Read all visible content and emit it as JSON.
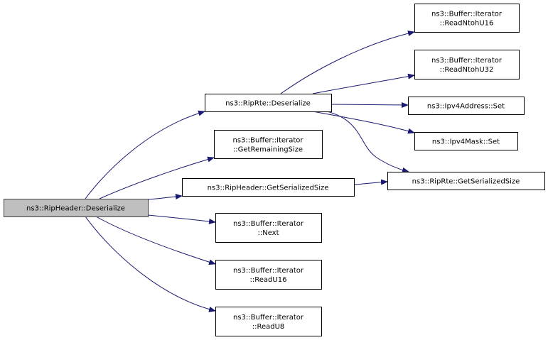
{
  "diagram": {
    "type": "call-graph",
    "colors": {
      "edge": "#191970",
      "node_border": "#000000",
      "root_fill": "#bfbfbf",
      "node_fill": "#ffffff",
      "text": "#000000"
    },
    "nodes": [
      {
        "id": "root",
        "lines": [
          "ns3::RipHeader::Deserialize"
        ],
        "is_root": true
      },
      {
        "id": "riprte_deserialize",
        "lines": [
          "ns3::RipRte::Deserialize"
        ]
      },
      {
        "id": "get_remaining_size",
        "lines": [
          "ns3::Buffer::Iterator",
          "::GetRemainingSize"
        ]
      },
      {
        "id": "ripheader_get_serialized_size",
        "lines": [
          "ns3::RipHeader::GetSerializedSize"
        ]
      },
      {
        "id": "next",
        "lines": [
          "ns3::Buffer::Iterator",
          "::Next"
        ]
      },
      {
        "id": "read_u16",
        "lines": [
          "ns3::Buffer::Iterator",
          "::ReadU16"
        ]
      },
      {
        "id": "read_u8",
        "lines": [
          "ns3::Buffer::Iterator",
          "::ReadU8"
        ]
      },
      {
        "id": "read_ntoh_u16",
        "lines": [
          "ns3::Buffer::Iterator",
          "::ReadNtohU16"
        ]
      },
      {
        "id": "read_ntoh_u32",
        "lines": [
          "ns3::Buffer::Iterator",
          "::ReadNtohU32"
        ]
      },
      {
        "id": "ipv4address_set",
        "lines": [
          "ns3::Ipv4Address::Set"
        ]
      },
      {
        "id": "ipv4mask_set",
        "lines": [
          "ns3::Ipv4Mask::Set"
        ]
      },
      {
        "id": "riprte_get_serialized_size",
        "lines": [
          "ns3::RipRte::GetSerializedSize"
        ]
      }
    ],
    "edges": [
      {
        "from": "root",
        "to": "riprte_deserialize"
      },
      {
        "from": "root",
        "to": "get_remaining_size"
      },
      {
        "from": "root",
        "to": "ripheader_get_serialized_size"
      },
      {
        "from": "root",
        "to": "next"
      },
      {
        "from": "root",
        "to": "read_u16"
      },
      {
        "from": "root",
        "to": "read_u8"
      },
      {
        "from": "riprte_deserialize",
        "to": "read_ntoh_u16"
      },
      {
        "from": "riprte_deserialize",
        "to": "read_ntoh_u32"
      },
      {
        "from": "riprte_deserialize",
        "to": "ipv4address_set"
      },
      {
        "from": "riprte_deserialize",
        "to": "ipv4mask_set"
      },
      {
        "from": "riprte_deserialize",
        "to": "riprte_get_serialized_size"
      },
      {
        "from": "ripheader_get_serialized_size",
        "to": "riprte_get_serialized_size"
      }
    ]
  }
}
